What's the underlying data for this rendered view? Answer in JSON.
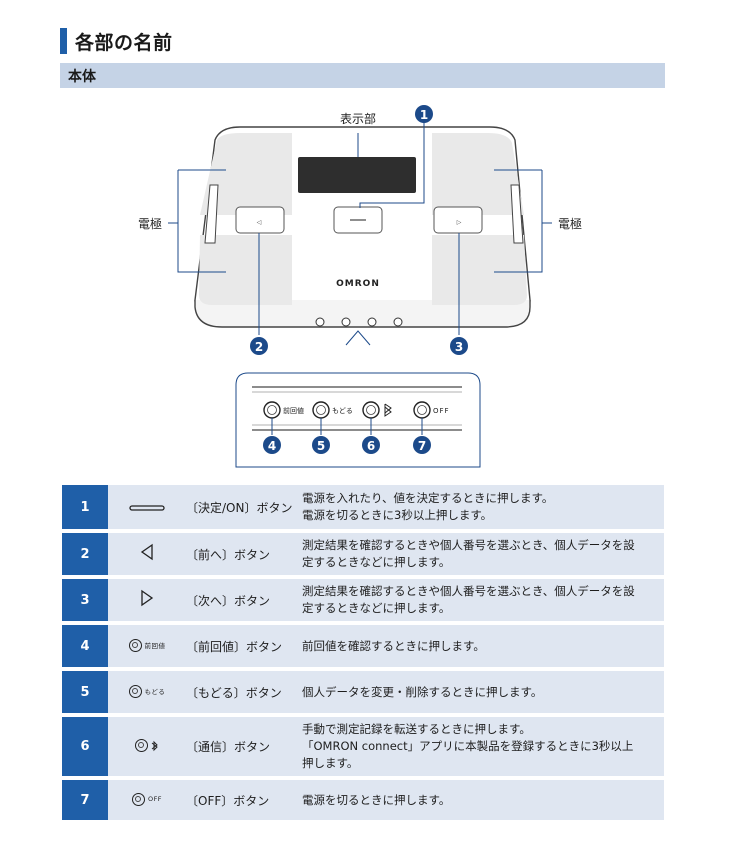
{
  "page": {
    "title": "各部の名前",
    "section": "本体"
  },
  "diagram": {
    "display_label": "表示部",
    "electrode_left": "電極",
    "electrode_right": "電極",
    "brand": "OMRON",
    "callouts": [
      "1",
      "2",
      "3",
      "4",
      "5",
      "6",
      "7"
    ],
    "panel_buttons": [
      {
        "label": "前回値"
      },
      {
        "label": "もどる"
      },
      {
        "label": "",
        "icon": "bluetooth-icon"
      },
      {
        "label": "OFF"
      }
    ]
  },
  "legend": [
    {
      "num": "1",
      "icon": "long-bar-icon",
      "name": "〔決定/ON〕ボタン",
      "desc": [
        "電源を入れたり、値を決定するときに押します。",
        "電源を切るときに3秒以上押します。"
      ]
    },
    {
      "num": "2",
      "icon": "left-triangle-icon",
      "name": "〔前へ〕ボタン",
      "desc": [
        "測定結果を確認するときや個人番号を選ぶとき、個人データを設",
        "定するときなどに押します。"
      ]
    },
    {
      "num": "3",
      "icon": "right-triangle-icon",
      "name": "〔次へ〕ボタン",
      "desc": [
        "測定結果を確認するときや個人番号を選ぶとき、個人データを設",
        "定するときなどに押します。"
      ]
    },
    {
      "num": "4",
      "icon": "circle-button-icon",
      "icon_label": "前回値",
      "name": "〔前回値〕ボタン",
      "desc": [
        "前回値を確認するときに押します。"
      ]
    },
    {
      "num": "5",
      "icon": "circle-button-icon",
      "icon_label": "もどる",
      "name": "〔もどる〕ボタン",
      "desc": [
        "個人データを変更・削除するときに押します。"
      ]
    },
    {
      "num": "6",
      "icon": "circle-button-icon",
      "icon_label": "",
      "icon2": "bluetooth-icon",
      "name": "〔通信〕ボタン",
      "desc": [
        "手動で測定記録を転送するときに押します。",
        "「OMRON connect」アプリに本製品を登録するときに3秒以上",
        "押します。"
      ]
    },
    {
      "num": "7",
      "icon": "circle-button-icon",
      "icon_label": "OFF",
      "name": "〔OFF〕ボタン",
      "desc": [
        "電源を切るときに押します。"
      ]
    }
  ],
  "colors": {
    "accent": "#1f5fa8",
    "section_bg": "#c5d3e6",
    "row_bg": "#dfe6f1",
    "callout": "#1c4a8a"
  }
}
